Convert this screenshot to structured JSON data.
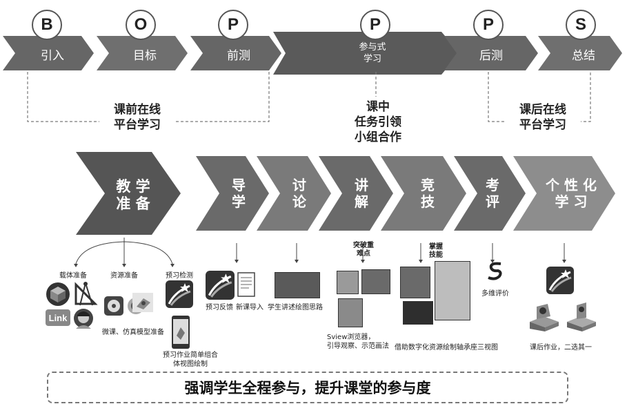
{
  "top_steps": [
    {
      "letter": "B",
      "label": "引入"
    },
    {
      "letter": "O",
      "label": "目标"
    },
    {
      "letter": "P",
      "label": "前测"
    },
    {
      "letter": "P",
      "label": "参与式\n学习"
    },
    {
      "letter": "P",
      "label": "后测"
    },
    {
      "letter": "S",
      "label": "总结"
    }
  ],
  "phases": {
    "pre": "课前在线\n平台学习",
    "in": "课中\n任务引领\n小组合作",
    "post": "课后在线\n平台学习"
  },
  "chevrons": {
    "prep": "教 学\n准 备",
    "guide": "导\n学",
    "discuss": "讨\n论",
    "explain": "讲\n解",
    "compete": "竞\n技",
    "evaluate": "考\n评",
    "personal": "个 性 化\n学 习"
  },
  "sub_labels": {
    "carrier": "载体准备",
    "resource": "资源准备",
    "pretest": "预习检测",
    "breakthrough": "突破重\n难点",
    "master": "掌握\n技能"
  },
  "captions": {
    "micro_course": "微课、仿真模型准备",
    "preview_work": "预习作业简单组合\n体视图绘制",
    "feedback": "预习反馈",
    "new_lesson": "新课导入",
    "student_explain": "学生讲述绘图思路",
    "sview": "Sview浏览器，\n引导观察、示范画法",
    "digital": "借助数字化资源绘制轴承座三视图",
    "multi_eval": "多维评价",
    "after_class": "课后作业，二选其一"
  },
  "icons": {
    "link_text": "Link"
  },
  "banner": "强调学生全程参与，提升课堂的参与度",
  "colors": {
    "dark": "#555555",
    "mid": "#7a7a7a",
    "light": "#8d8d8d"
  }
}
